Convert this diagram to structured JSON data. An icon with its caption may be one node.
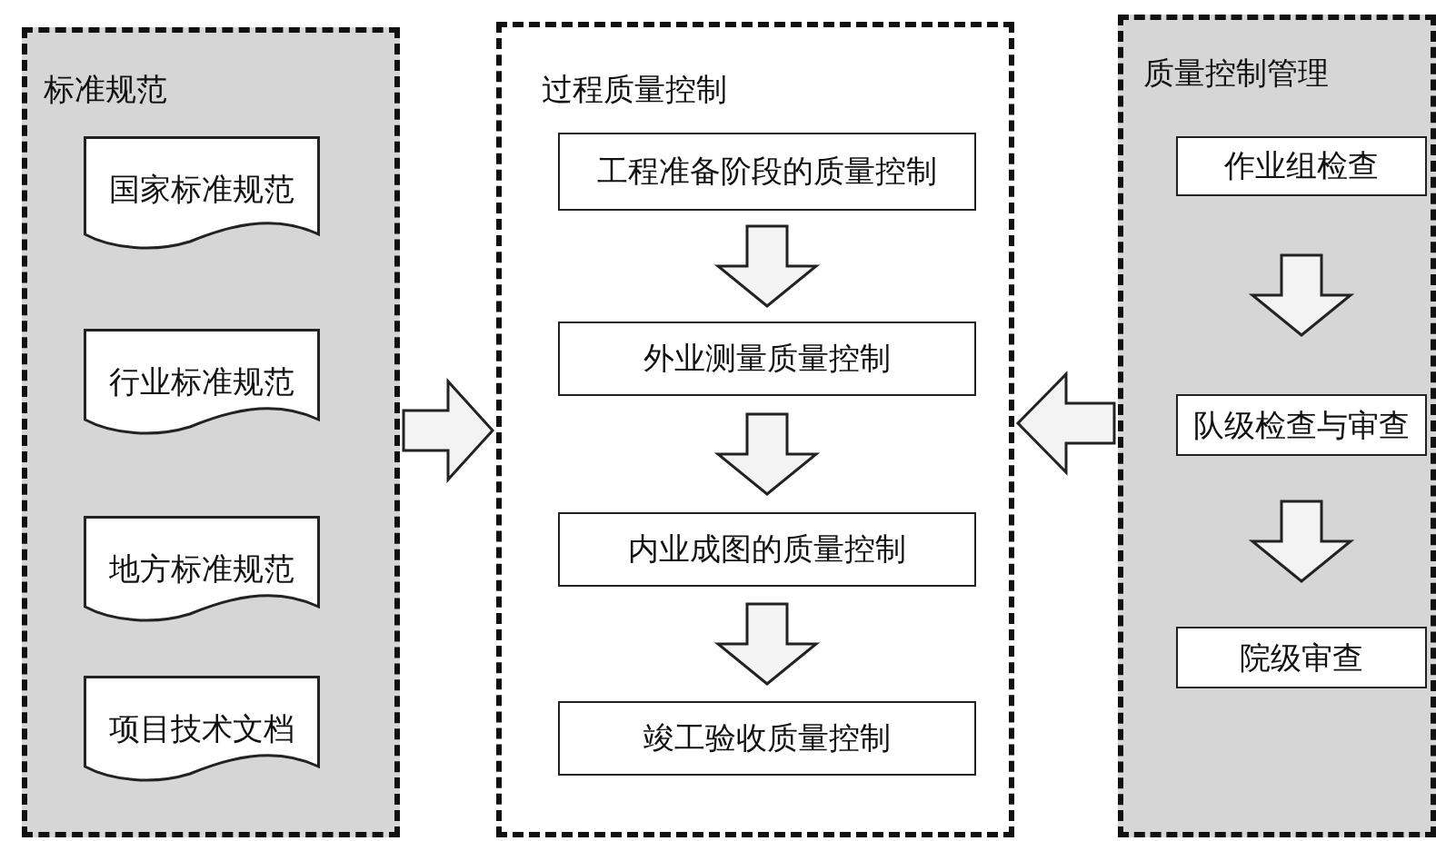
{
  "diagram": {
    "nodes": [
      {
        "text": [
          "标准规范"
        ]
      },
      {
        "text": [
          "国家标准规范"
        ],
        "in": 0
      },
      {
        "text": [
          "行业标准规范"
        ],
        "in": 0
      },
      {
        "text": [
          "地方标准规范"
        ],
        "in": 0
      },
      {
        "text": [
          "项目技术文档"
        ],
        "in": 0
      },
      {
        "text": [
          "过程质量控制"
        ]
      },
      {
        "text": [
          "工程准备阶段的质量控制"
        ],
        "in": 5
      },
      {
        "text": [
          "外业测量质量控制"
        ],
        "in": 5
      },
      {
        "text": [
          "内业成图的质量控制"
        ],
        "in": 5
      },
      {
        "text": [
          "竣工验收质量控制"
        ],
        "in": 5
      },
      {
        "text": [
          "质量控制管理"
        ]
      },
      {
        "text": [
          "作业组检查"
        ],
        "in": 10
      },
      {
        "text": [
          "队级检查与审查"
        ],
        "in": 10
      },
      {
        "text": [
          "院级审查"
        ],
        "in": 10
      }
    ],
    "edges": [
      {
        "from": 0,
        "to": 5,
        "arrow": "to"
      },
      {
        "from": 10,
        "to": 5,
        "arrow": "to"
      },
      {
        "from": 6,
        "to": 7,
        "arrow": "to"
      },
      {
        "from": 7,
        "to": 8,
        "arrow": "to"
      },
      {
        "from": 8,
        "to": 9,
        "arrow": "to"
      },
      {
        "from": 11,
        "to": 12,
        "arrow": "to"
      },
      {
        "from": 12,
        "to": 13,
        "arrow": "to"
      }
    ]
  }
}
